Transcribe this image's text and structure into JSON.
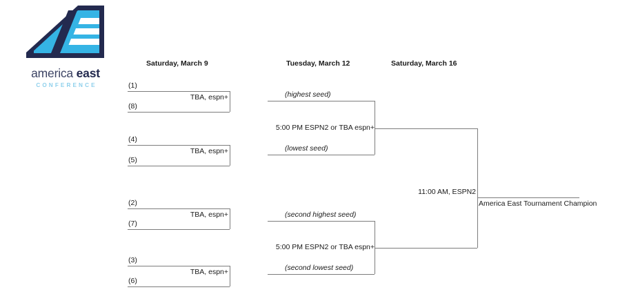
{
  "logo": {
    "name": "america-east-conference",
    "wordmark_light": "america ",
    "wordmark_bold": "east",
    "subtitle": "CONFERENCE",
    "colors": {
      "navy": "#232a4f",
      "cyan": "#35b4e5",
      "subtitle_blue": "#8fd0ec"
    }
  },
  "columns": [
    {
      "label": "Saturday, March 9"
    },
    {
      "label": "Tuesday, March 12"
    },
    {
      "label": "Saturday, March 16"
    }
  ],
  "round1": [
    {
      "top_seed": "(1)",
      "bottom_seed": "(8)",
      "info": "TBA, espn+"
    },
    {
      "top_seed": "(4)",
      "bottom_seed": "(5)",
      "info": "TBA, espn+"
    },
    {
      "top_seed": "(2)",
      "bottom_seed": "(7)",
      "info": "TBA, espn+"
    },
    {
      "top_seed": "(3)",
      "bottom_seed": "(6)",
      "info": "TBA, espn+"
    }
  ],
  "semifinals": [
    {
      "top_label": "(highest seed)",
      "bottom_label": "(lowest seed)",
      "info": "5:00 PM ESPN2 or TBA espn+"
    },
    {
      "top_label": "(second highest seed)",
      "bottom_label": "(second lowest seed)",
      "info": "5:00 PM ESPN2 or TBA espn+"
    }
  ],
  "final": {
    "info": "11:00 AM, ESPN2",
    "champion_label": "America East Tournament Champion"
  }
}
